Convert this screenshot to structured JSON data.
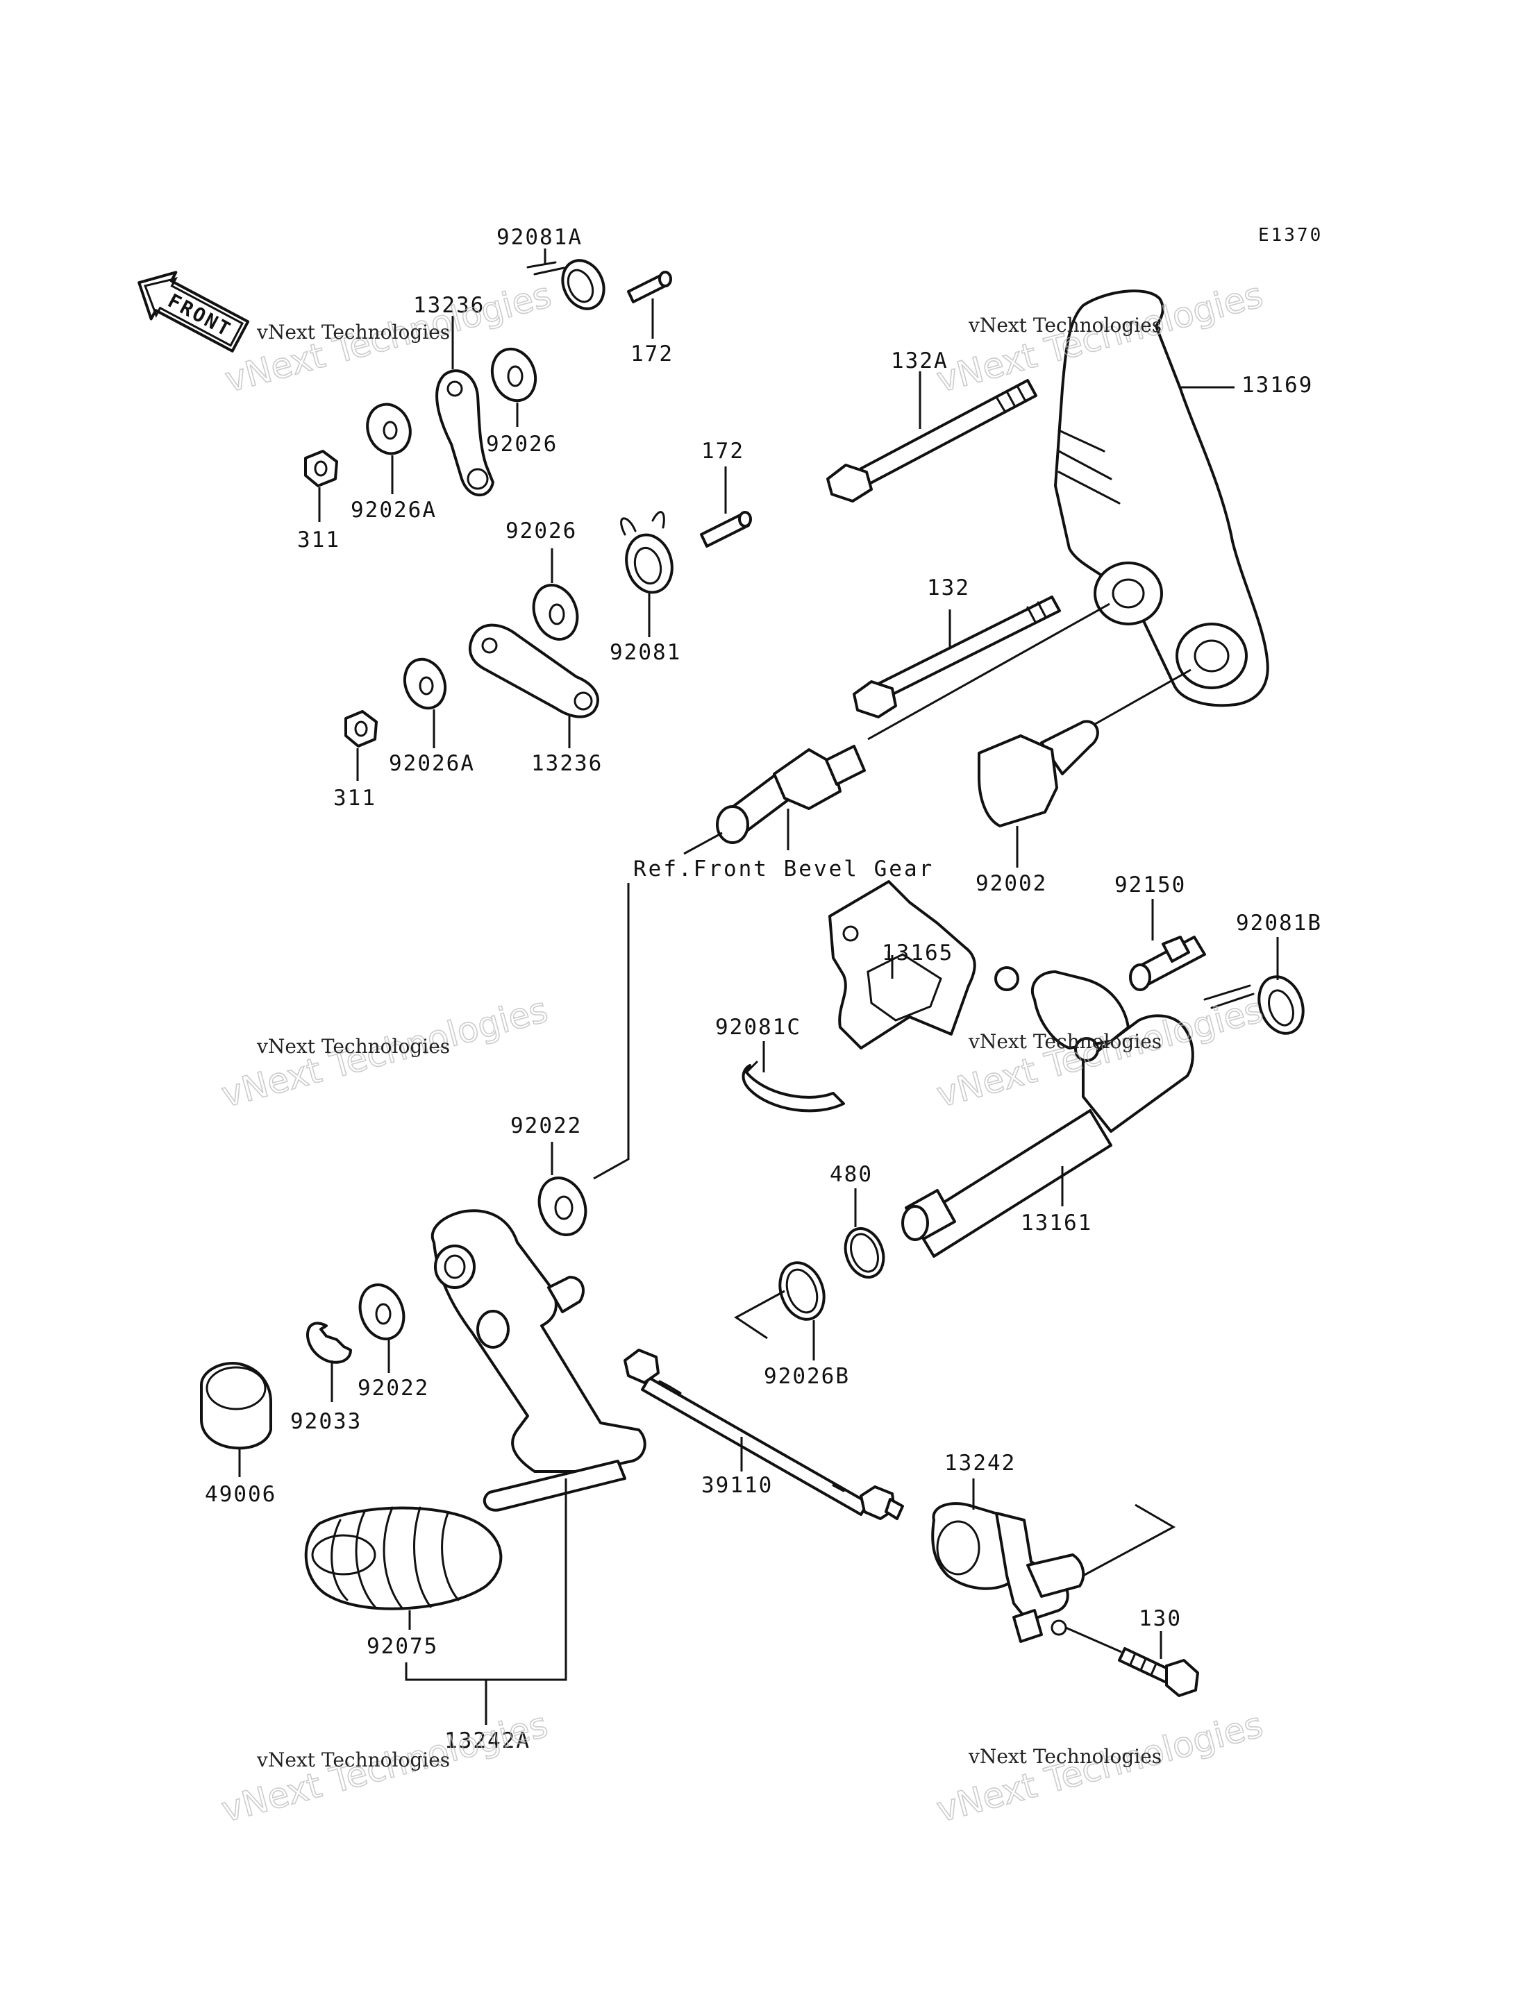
{
  "figure_code": "E1370",
  "front_arrow": {
    "label": "FRONT",
    "icon": "front-arrow-icon"
  },
  "reference_note": "Ref.Front Bevel Gear",
  "watermark": {
    "line1": "vNext Technologies",
    "line2": "vNext Technologies"
  },
  "callouts": {
    "p92081A": "92081A",
    "p172_top": "172",
    "p13236_top": "13236",
    "p92026_top": "92026",
    "p92026A_top": "92026A",
    "p311_top": "311",
    "p172_mid": "172",
    "p92026_mid": "92026",
    "p92081": "92081",
    "p13236_mid": "13236",
    "p92026A_mid": "92026A",
    "p311_mid": "311",
    "p132A": "132A",
    "p13169": "13169",
    "p132": "132",
    "p92002": "92002",
    "p92150": "92150",
    "p92081B": "92081B",
    "p13165": "13165",
    "p92081C": "92081C",
    "p92022_top": "92022",
    "p480": "480",
    "p13161": "13161",
    "p92026B": "92026B",
    "p92022_low": "92022",
    "p92033": "92033",
    "p49006": "49006",
    "p39110": "39110",
    "p13242": "13242",
    "p92075": "92075",
    "p13242A": "13242A",
    "p130": "130"
  }
}
